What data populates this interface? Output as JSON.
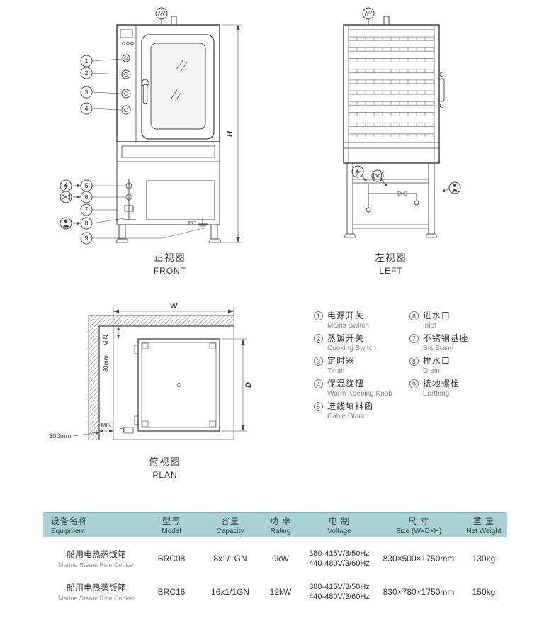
{
  "views": {
    "front": {
      "title_cn": "正视图",
      "title_en": "FRONT"
    },
    "left": {
      "title_cn": "左视图",
      "title_en": "LEFT"
    },
    "plan": {
      "title_cn": "俯视图",
      "title_en": "PLAN"
    }
  },
  "dims": {
    "h": "H",
    "w": "W",
    "d": "D",
    "min": "MIN",
    "rear_gap": "80mm",
    "side_gap": "300mm",
    "pe": "PE"
  },
  "callouts": [
    "1",
    "2",
    "3",
    "4",
    "5",
    "6",
    "7",
    "8",
    "9"
  ],
  "legend": [
    {
      "num": "1",
      "cn": "电源开关",
      "en": "Mains Switch"
    },
    {
      "num": "2",
      "cn": "蒸饭开关",
      "en": "Cooking Switch"
    },
    {
      "num": "3",
      "cn": "定时器",
      "en": "Timer"
    },
    {
      "num": "4",
      "cn": "保温旋钮",
      "en": "Warm Keeping Knob"
    },
    {
      "num": "5",
      "cn": "进线填料函",
      "en": "Cable Gland"
    },
    {
      "num": "6",
      "cn": "进水口",
      "en": "Inlet"
    },
    {
      "num": "7",
      "cn": "不锈钢基座",
      "en": "S/s Stand"
    },
    {
      "num": "8",
      "cn": "排水口",
      "en": "Drain"
    },
    {
      "num": "9",
      "cn": "接地螺栓",
      "en": "Earthing"
    }
  ],
  "table": {
    "columns": [
      {
        "cn": "设备名称",
        "en": "Equipment"
      },
      {
        "cn": "型号",
        "en": "Model"
      },
      {
        "cn": "容量",
        "en": "Capacity"
      },
      {
        "cn": "功 率",
        "en": "Rating"
      },
      {
        "cn": "电 制",
        "en": "Voltage"
      },
      {
        "cn": "尺 寸",
        "en": "Size (W×D×H)"
      },
      {
        "cn": "重 量",
        "en": "Net Weight"
      }
    ],
    "rows": [
      {
        "name_cn": "船用电热蒸饭箱",
        "name_en": "Marine Steam Rice Cooker",
        "model": "BRC08",
        "capacity": "8x1/1GN",
        "rating": "9kW",
        "voltage_a": "380-415V/3/50Hz",
        "voltage_b": "440-480V/3/60Hz",
        "size": "830×500×1750mm",
        "weight": "130kg"
      },
      {
        "name_cn": "船用电热蒸饭箱",
        "name_en": "Marine Steam Rice Cooker",
        "model": "BRC16",
        "capacity": "16x1/1GN",
        "rating": "12kW",
        "voltage_a": "380-415V/3/50Hz",
        "voltage_b": "440-480V/3/60Hz",
        "size": "830×780×1750mm",
        "weight": "150kg"
      }
    ]
  },
  "colors": {
    "table_header_bg": "#a9d2d7",
    "line": "#444444"
  }
}
